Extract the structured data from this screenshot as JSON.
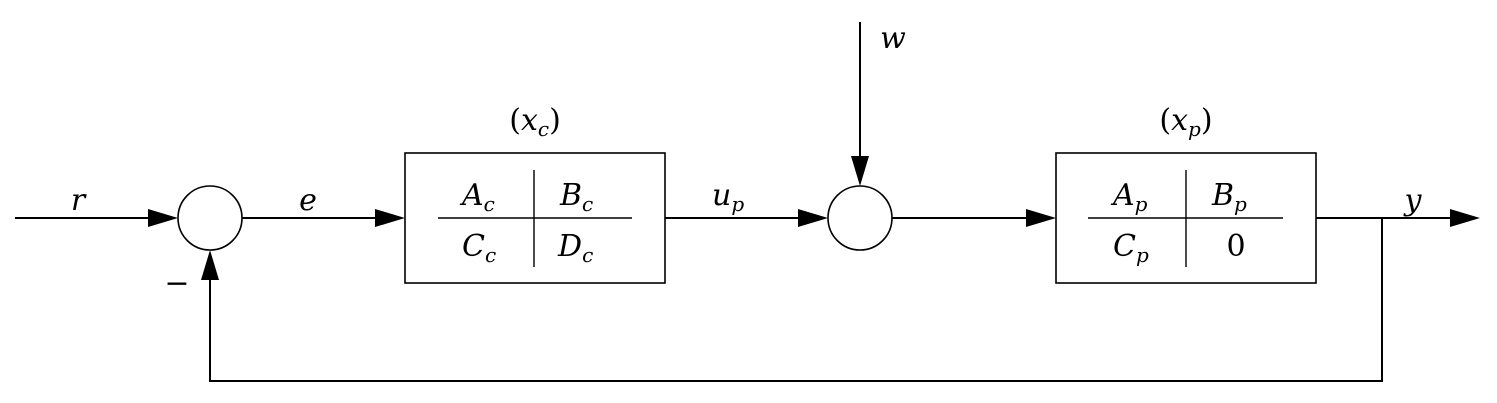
{
  "signals": {
    "r": "r",
    "e": "e",
    "u": "u",
    "u_sub": "p",
    "w": "w",
    "y": "y",
    "minus": "−"
  },
  "controller": {
    "state_label": "(xc)",
    "state_var": "x",
    "state_sub": "c",
    "A": "A",
    "A_sub": "c",
    "B": "B",
    "B_sub": "c",
    "C": "C",
    "C_sub": "c",
    "D": "D",
    "D_sub": "c"
  },
  "plant": {
    "state_label": "(xp)",
    "state_var": "x",
    "state_sub": "p",
    "A": "A",
    "A_sub": "p",
    "B": "B",
    "B_sub": "p",
    "C": "C",
    "C_sub": "p",
    "D": "0"
  }
}
